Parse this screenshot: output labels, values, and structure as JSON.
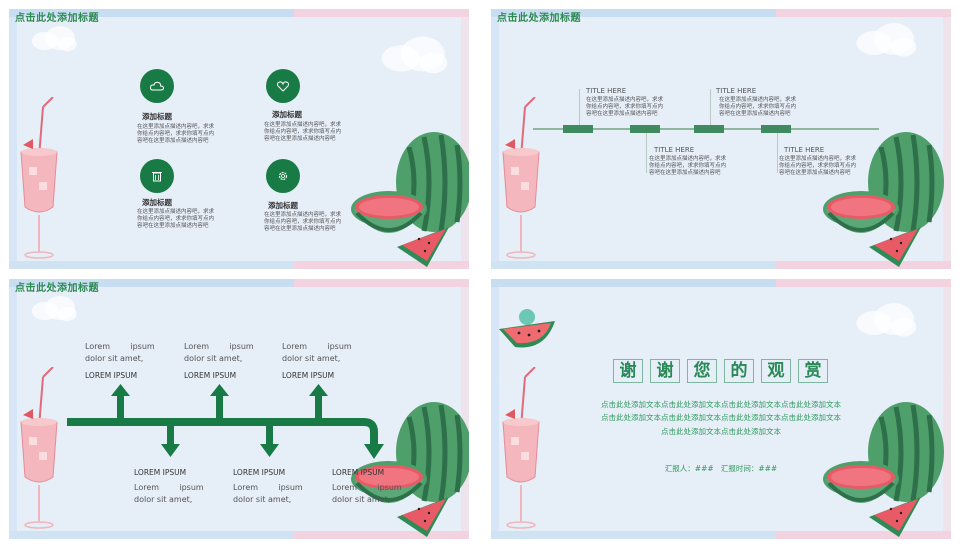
{
  "colors": {
    "accent": "#187a44",
    "title_green": "#2e8a52",
    "text_green": "#2f9a5c"
  },
  "slides": [
    {
      "title": "点击此处添加标题",
      "items": [
        {
          "icon": "cloud-icon",
          "heading": "添加标题",
          "desc": "在这里添加点描述内容吧，求求你给点内容吧，求求你填写点内容吧在这里添加点描述内容吧"
        },
        {
          "icon": "heart-icon",
          "heading": "添加标题",
          "desc": "在这里添加点描述内容吧，求求你给点内容吧，求求你填写点内容吧在这里添加点描述内容吧"
        },
        {
          "icon": "trash-icon",
          "heading": "添加标题",
          "desc": "在这里添加点描述内容吧，求求你给点内容吧，求求你填写点内容吧在这里添加点描述内容吧"
        },
        {
          "icon": "gear-icon",
          "heading": "添加标题",
          "desc": "在这里添加点描述内容吧，求求你给点内容吧，求求你填写点内容吧在这里添加点描述内容吧"
        }
      ]
    },
    {
      "title": "点击此处添加标题",
      "timeline": [
        {
          "title": "TITLE HERE",
          "desc": "在这里添加点描述内容吧，求求你给点内容吧，求求你填写点内容吧在这里添加点描述内容吧"
        },
        {
          "title": "TITLE HERE",
          "desc": "在这里添加点描述内容吧，求求你给点内容吧，求求你填写点内容吧在这里添加点描述内容吧"
        },
        {
          "title": "TITLE HERE",
          "desc": "在这里添加点描述内容吧，求求你给点内容吧，求求你填写点内容吧在这里添加点描述内容吧"
        },
        {
          "title": "TITLE HERE",
          "desc": "在这里添加点描述内容吧，求求你给点内容吧，求求你填写点内容吧在这里添加点描述内容吧"
        }
      ]
    },
    {
      "title": "点击此处添加标题",
      "top": [
        {
          "text1": "Lorem        ipsum",
          "text2": "dolor sit amet,",
          "cap": "LOREM IPSUM"
        },
        {
          "text1": "Lorem        ipsum",
          "text2": "dolor sit amet,",
          "cap": "LOREM IPSUM"
        },
        {
          "text1": "Lorem        ipsum",
          "text2": "dolor sit amet,",
          "cap": "LOREM IPSUM"
        }
      ],
      "bottom": [
        {
          "cap": "LOREM IPSUM",
          "text1": "Lorem        ipsum",
          "text2": "dolor sit amet,"
        },
        {
          "cap": "LOREM IPSUM",
          "text1": "Lorem        ipsum",
          "text2": "dolor sit amet,"
        },
        {
          "cap": "LOREM IPSUM",
          "text1": "Lorem        ipsum",
          "text2": "dolor sit amet,"
        }
      ]
    },
    {
      "thanks_chars": [
        "谢",
        "谢",
        "您",
        "的",
        "观",
        "赏"
      ],
      "line1": "点击此处添加文本点击此处添加文本点击此处添加文本点击此处添加文本",
      "line2": "点击此处添加文本点击此处添加文本点击此处添加文本点击此处添加文本",
      "line3": "点击此处添加文本点击此处添加文本",
      "reporter": "汇报人：###   汇报时间：###"
    }
  ]
}
